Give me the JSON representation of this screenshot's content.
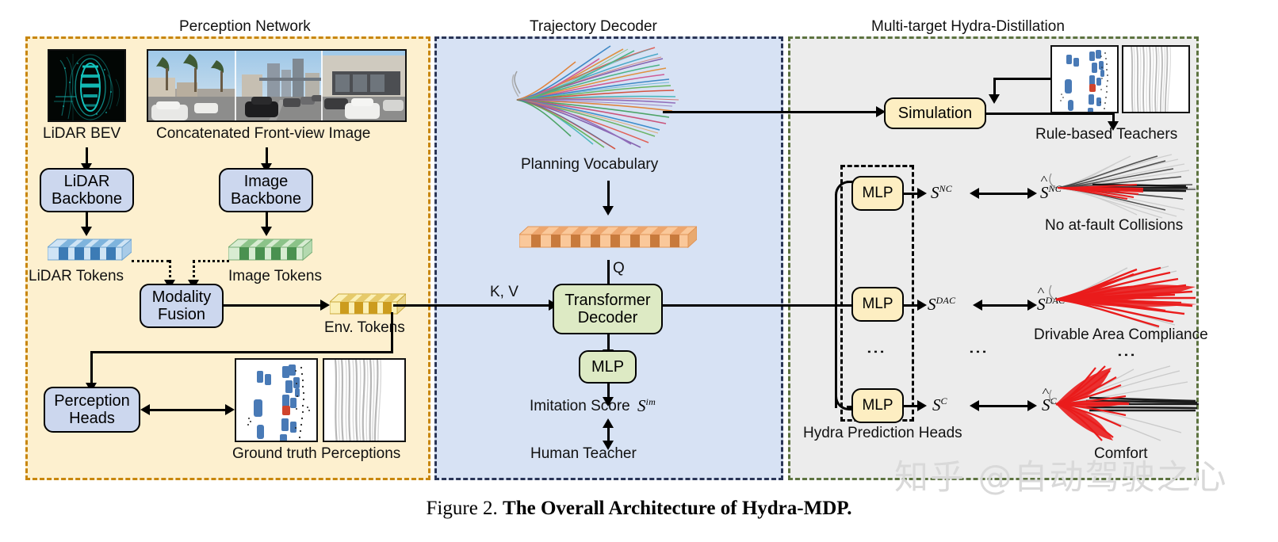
{
  "figure": {
    "caption_prefix": "Figure 2. ",
    "caption_title": "The Overall Architecture of Hydra-MDP.",
    "watermark": "知乎 @自动驾驶之心"
  },
  "panels": {
    "perception": {
      "title": "Perception Network",
      "accent": "#c8860d",
      "fill": "#fdf0cf"
    },
    "trajectory": {
      "title": "Trajectory Decoder",
      "accent": "#2a3556",
      "fill": "#d7e2f4"
    },
    "distillation": {
      "title": "Multi-target Hydra-Distillation",
      "accent": "#5d7340",
      "fill": "#ececec"
    }
  },
  "perception": {
    "lidar_bev_label": "LiDAR BEV",
    "front_view_label": "Concatenated Front-view Image",
    "lidar_backbone": "LiDAR\nBackbone",
    "lidar_backbone_l1": "LiDAR",
    "lidar_backbone_l2": "Backbone",
    "image_backbone_l1": "Image",
    "image_backbone_l2": "Backbone",
    "lidar_tokens_label": "LiDAR Tokens",
    "image_tokens_label": "Image Tokens",
    "modality_fusion_l1": "Modality",
    "modality_fusion_l2": "Fusion",
    "env_tokens_label": "Env. Tokens",
    "perception_heads_l1": "Perception",
    "perception_heads_l2": "Heads",
    "ground_truth_label": "Ground truth Perceptions"
  },
  "trajectory": {
    "planning_vocabulary_label": "Planning Vocabulary",
    "query_label": "Q",
    "kv_label": "K, V",
    "transformer_decoder_l1": "Transformer",
    "transformer_decoder_l2": "Decoder",
    "mlp_label": "MLP",
    "imitation_score_label": "Imitation Score",
    "imitation_score_symbol": "S",
    "imitation_score_superscript": "im",
    "human_teacher_label": "Human Teacher"
  },
  "distillation": {
    "simulation_label": "Simulation",
    "rule_based_teachers_label": "Rule-based Teachers",
    "hydra_prediction_heads_label": "Hydra Prediction Heads",
    "mlp_label": "MLP",
    "ellipsis": "⋮",
    "heads": [
      {
        "mlp": "MLP",
        "student_symbol": "S",
        "student_sup": "NC",
        "teacher_symbol": "S",
        "teacher_sup": "NC",
        "metric_label": "No at-fault Collisions"
      },
      {
        "mlp": "MLP",
        "student_symbol": "S",
        "student_sup": "DAC",
        "teacher_symbol": "S",
        "teacher_sup": "DAC",
        "metric_label": "Drivable Area Compliance"
      },
      {
        "mlp": "MLP",
        "student_symbol": "S",
        "student_sup": "C",
        "teacher_symbol": "S",
        "teacher_sup": "C",
        "metric_label": "Comfort"
      }
    ]
  }
}
